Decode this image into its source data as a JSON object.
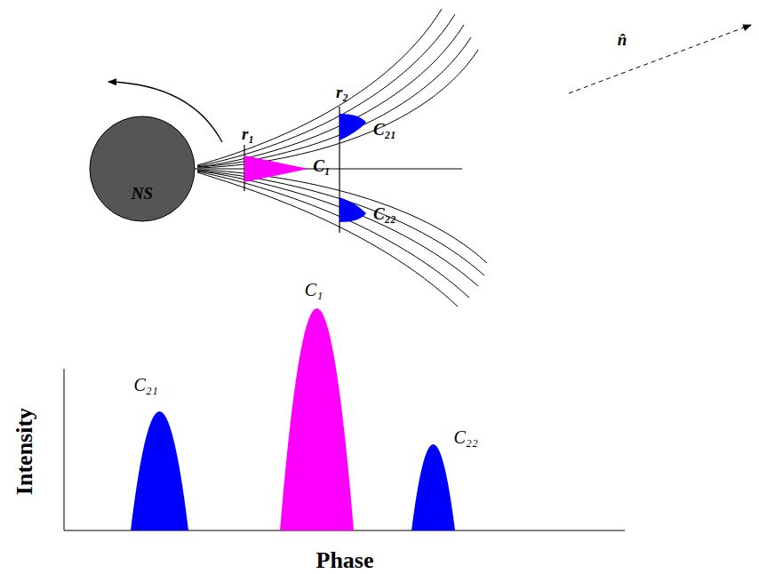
{
  "diagram": {
    "nodes": [
      {
        "text": [
          "NS"
        ]
      }
    ],
    "labels": [
      "r₁",
      "r₂",
      "C₁",
      "C₂₁",
      "C₂₂",
      "n̂",
      "C₂₁",
      "C₁",
      "C₂₂",
      "Intensity",
      "Phase"
    ]
  }
}
